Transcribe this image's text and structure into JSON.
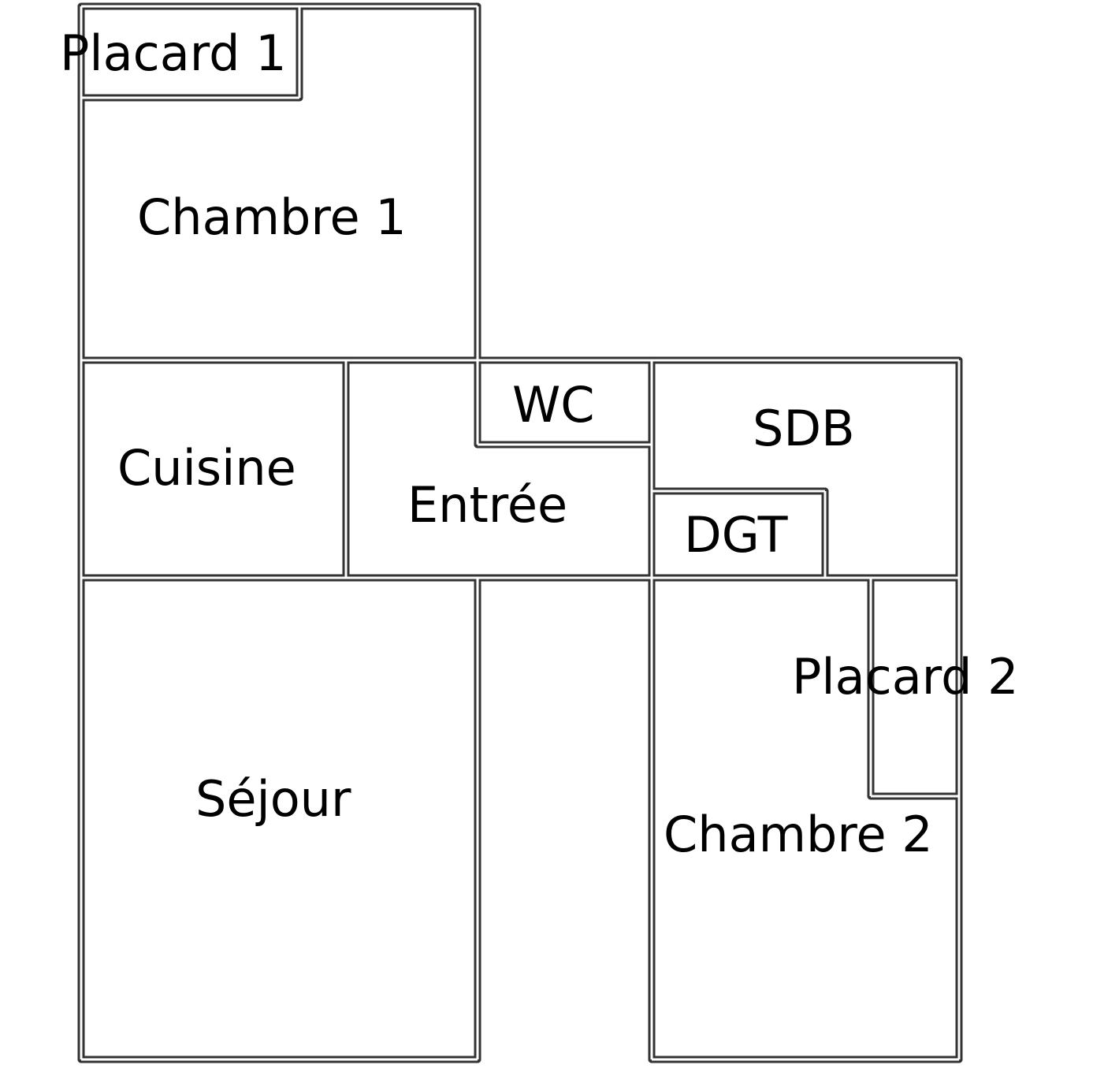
{
  "floor_plan": {
    "rooms": [
      {
        "id": "placard-1",
        "label": "Placard 1"
      },
      {
        "id": "chambre-1",
        "label": "Chambre 1"
      },
      {
        "id": "cuisine",
        "label": "Cuisine"
      },
      {
        "id": "entree",
        "label": "Entrée"
      },
      {
        "id": "wc",
        "label": "WC"
      },
      {
        "id": "sdb",
        "label": "SDB"
      },
      {
        "id": "dgt",
        "label": "DGT"
      },
      {
        "id": "placard-2",
        "label": "Placard 2"
      },
      {
        "id": "sejour",
        "label": "Séjour"
      },
      {
        "id": "chambre-2",
        "label": "Chambre 2"
      }
    ]
  },
  "colors": {
    "wall": "#333333",
    "wall_fill": "#ffffff",
    "text": "#000000",
    "background": "#ffffff"
  }
}
